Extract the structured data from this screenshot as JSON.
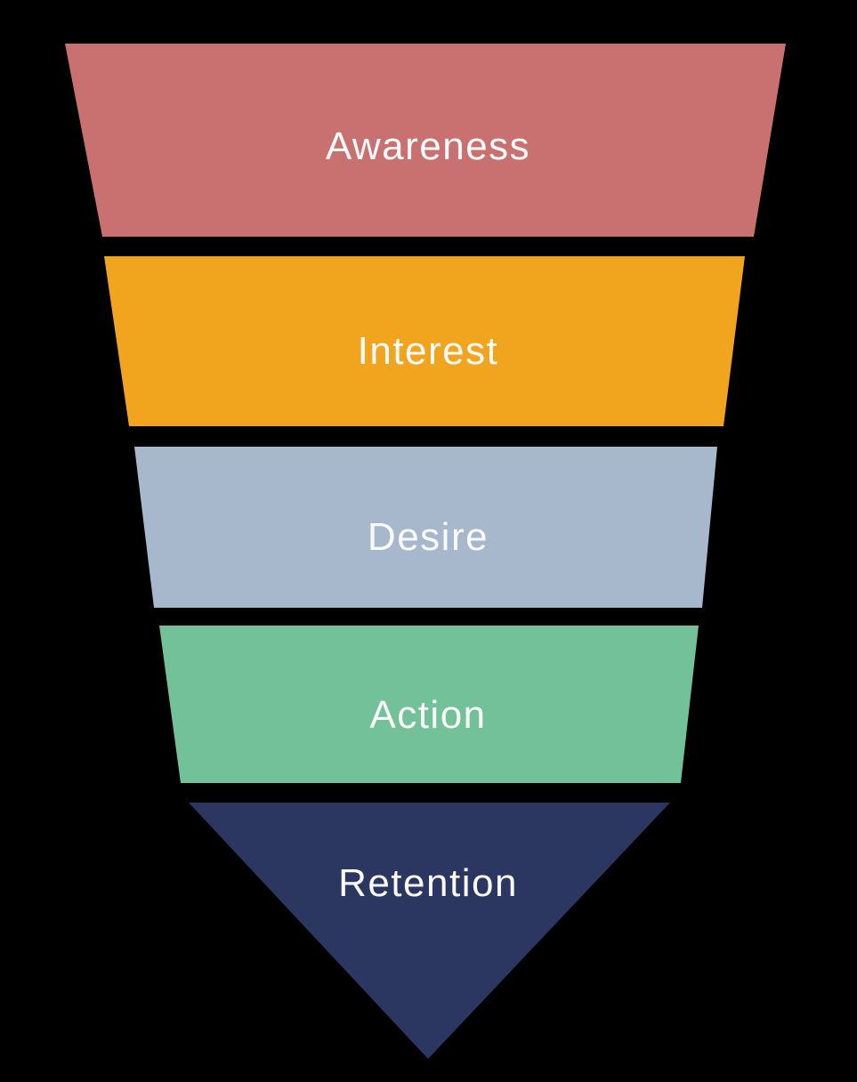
{
  "diagram": {
    "type": "funnel",
    "background_color": "#000000",
    "label_color": "#FAFAFA",
    "stages": [
      {
        "label": "Awareness",
        "color": "#C97170"
      },
      {
        "label": "Interest",
        "color": "#F1A41E"
      },
      {
        "label": "Desire",
        "color": "#A7B8CD"
      },
      {
        "label": "Action",
        "color": "#73C199"
      },
      {
        "label": "Retention",
        "color": "#2B3760"
      }
    ]
  }
}
